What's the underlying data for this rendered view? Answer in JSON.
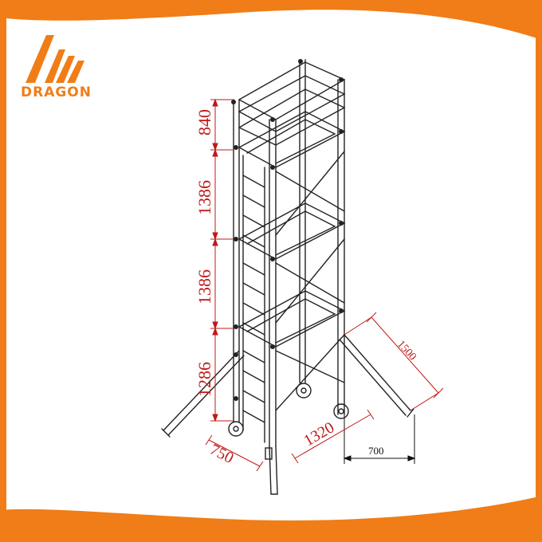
{
  "brand": {
    "name": "DRAGON",
    "color": "#f07d17"
  },
  "frame_color": "#f07d17",
  "dimensions": {
    "height_top": "840",
    "height_mid1": "1386",
    "height_mid2": "1386",
    "height_bottom": "1286",
    "outrigger_length": "1500",
    "outrigger_spread": "700",
    "base_length": "1320",
    "base_width": "750"
  }
}
